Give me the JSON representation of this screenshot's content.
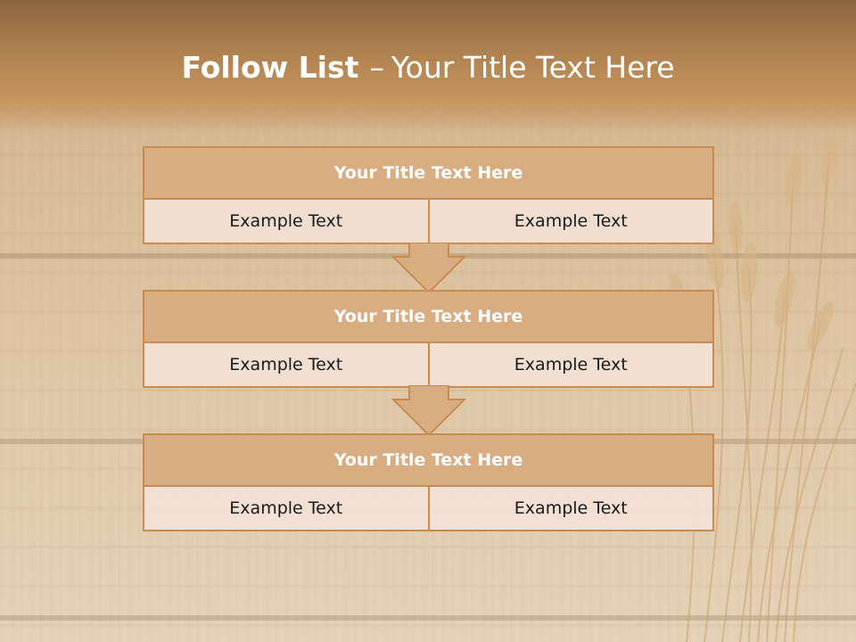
{
  "slide": {
    "title_bold": "Follow List",
    "title_separator": "–",
    "title_rest": "Your Title Text Here"
  },
  "colors": {
    "box_border": "#c98c4e",
    "box_title_fill": "#d8ad81",
    "cell_fill": "#f2e2d6",
    "header_band": "#b0824f",
    "title_text": "#ffffff"
  },
  "blocks": [
    {
      "title": "Your Title Text Here",
      "left": "Example Text",
      "right": "Example Text"
    },
    {
      "title": "Your Title Text Here",
      "left": "Example Text",
      "right": "Example Text"
    },
    {
      "title": "Your Title Text Here",
      "left": "Example Text",
      "right": "Example Text"
    }
  ],
  "connectors": [
    {
      "icon": "down-arrow-icon"
    },
    {
      "icon": "down-arrow-icon"
    }
  ]
}
